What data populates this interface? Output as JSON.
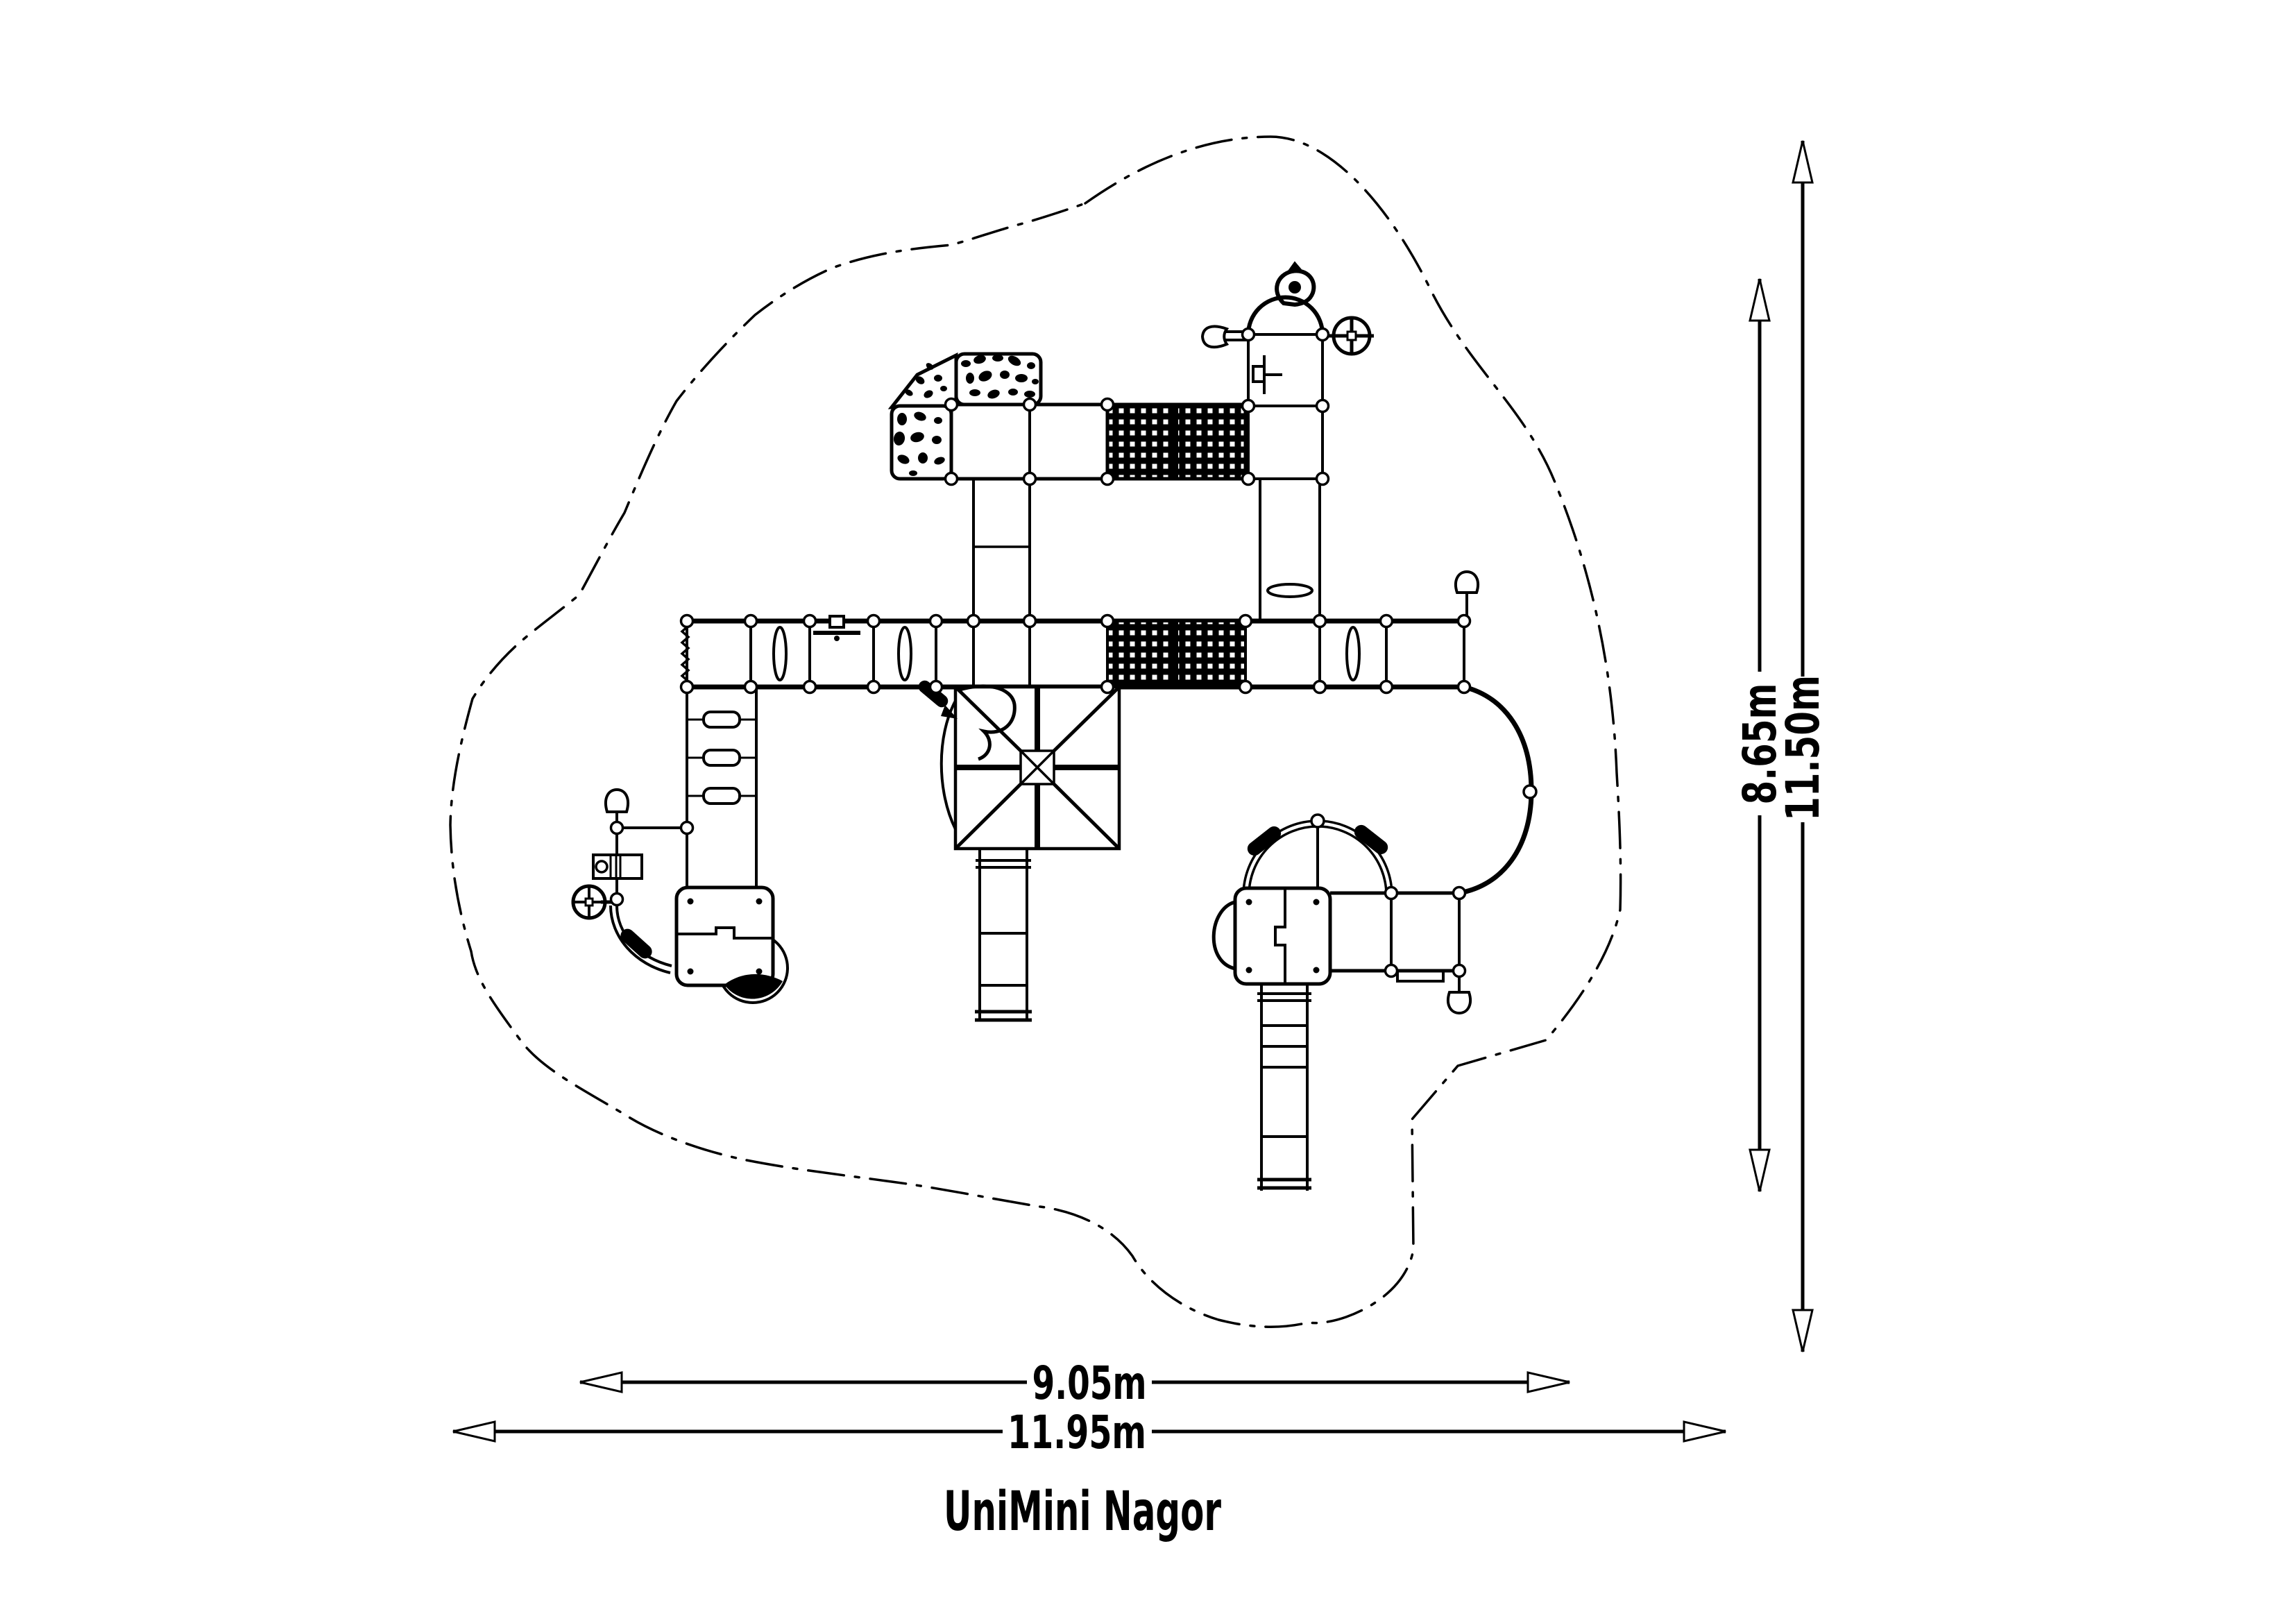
{
  "title": "UniMini Nagor",
  "dimensions": {
    "width_equipment": "9.05m",
    "width_safety_zone": "11.95m",
    "height_equipment": "8.65m",
    "height_safety_zone": "11.50m"
  },
  "drawing": {
    "line_color": "#000000",
    "background_color": "#ffffff"
  }
}
